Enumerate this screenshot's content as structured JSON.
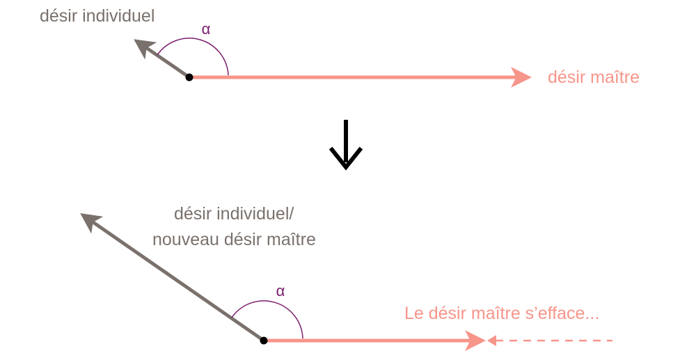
{
  "colors": {
    "individual": "#7a716c",
    "master": "#f7958a",
    "angle": "#7a1e6c",
    "dot": "#000000",
    "transition_arrow": "#000000"
  },
  "top": {
    "individual_label": "désir individuel",
    "master_label": "désir maître",
    "angle_label": "α"
  },
  "bottom": {
    "individual_label_line1": "désir individuel/",
    "individual_label_line2": "nouveau désir maître",
    "angle_label": "α",
    "fading_label": "Le désir maître s’efface..."
  }
}
